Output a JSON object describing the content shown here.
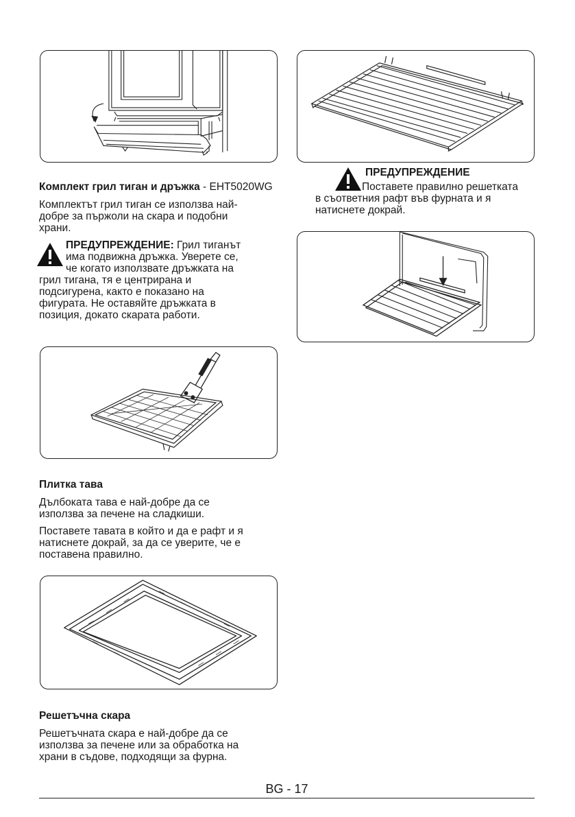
{
  "left": {
    "grill_kit": {
      "title": "Комплект грил тиган и дръжка",
      "model": " - EHT5020WG",
      "body": [
        "Комплектът грил тиган се използва най-",
        "добре за пържоли на скара и подобни",
        "храни."
      ],
      "warning_label": "ПРЕДУПРЕЖДЕНИЕ:",
      "warning_first": " Грил тиганът",
      "warning_lines": [
        "има подвижна дръжка. Уверете се,",
        "че когато използвате дръжката на",
        "грил тигана, тя е центрирана и",
        "подсигурена, както е показано на",
        "фигурата. Не оставяйте дръжката в",
        "позиция, докато скарата работи."
      ]
    },
    "shallow_tray": {
      "title": "Плитка тава",
      "p1": [
        "Дълбоката тава е най-добре да се",
        "използва за печене на сладкиши."
      ],
      "p2": [
        "Поставете тавата в който и да е рафт и я",
        "натиснете докрай, за да се уверите, че е",
        "поставена правилно."
      ]
    },
    "wire_rack": {
      "title": "Решетъчна скара",
      "body": [
        "Решетъчната скара е най-добре да се",
        "използва за печене или за обработка на",
        "храни в съдове, подходящи за фурна."
      ]
    }
  },
  "right": {
    "warning_label": "ПРЕДУПРЕЖДЕНИЕ",
    "warning_lines": [
      "Поставете правилно решетката",
      "в съответния рафт във фурната и я",
      "натиснете докрай."
    ]
  },
  "footer": {
    "page": "BG - 17"
  },
  "icons": {
    "warning": "warning-triangle-icon"
  }
}
